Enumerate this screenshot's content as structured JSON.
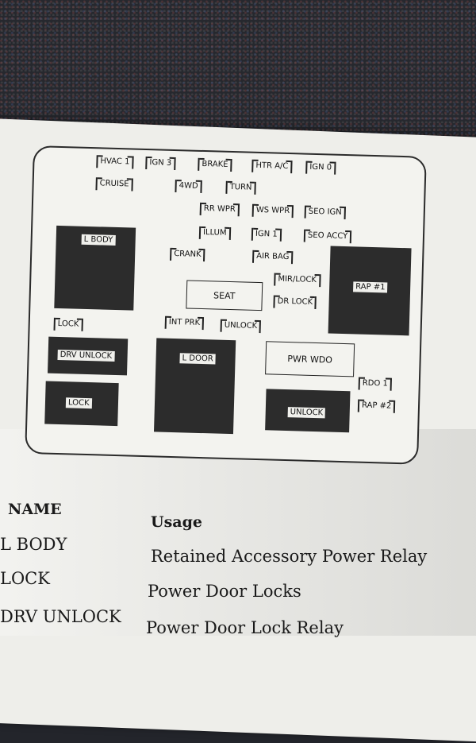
{
  "fuses": {
    "hvac1": "HVAC 1",
    "ign3": "IGN 3",
    "brake": "BRAKE",
    "htr_ac": "HTR A/C",
    "ign0": "IGN 0",
    "cruise": "CRUISE",
    "fwd": "4WD",
    "turn": "TURN",
    "rr_wpr": "RR WPR",
    "ws_wpr": "WS WPR",
    "seo_ign": "SEO IGN",
    "illum": "ILLUM",
    "ign1": "IGN 1",
    "seo_accy": "SEO ACCY",
    "crank": "CRANK",
    "air_bag": "AIR BAG",
    "mir_lock": "MIR/LOCK",
    "dr_lock": "DR LOCK",
    "lock_small": "LOCK",
    "int_prk": "INT PRK",
    "unlock_small": "UNLOCK",
    "rdo1": "RDO 1",
    "rap2": "RAP #2"
  },
  "relays": {
    "l_body": "L BODY",
    "rap1": "RAP #1",
    "drv_unlock": "DRV UNLOCK",
    "lock": "LOCK",
    "l_door": "L DOOR",
    "unlock": "UNLOCK"
  },
  "outlines": {
    "seat": "SEAT",
    "pwr_wdo": "PWR WDO"
  },
  "legend": {
    "header_name": "NAME",
    "header_usage": "Usage",
    "rows": [
      {
        "name": "L BODY",
        "usage": "Retained Accessory Power Relay"
      },
      {
        "name": "LOCK",
        "usage": "Power Door Locks"
      },
      {
        "name": "DRV UNLOCK",
        "usage": "Power Door Lock Relay"
      }
    ]
  }
}
